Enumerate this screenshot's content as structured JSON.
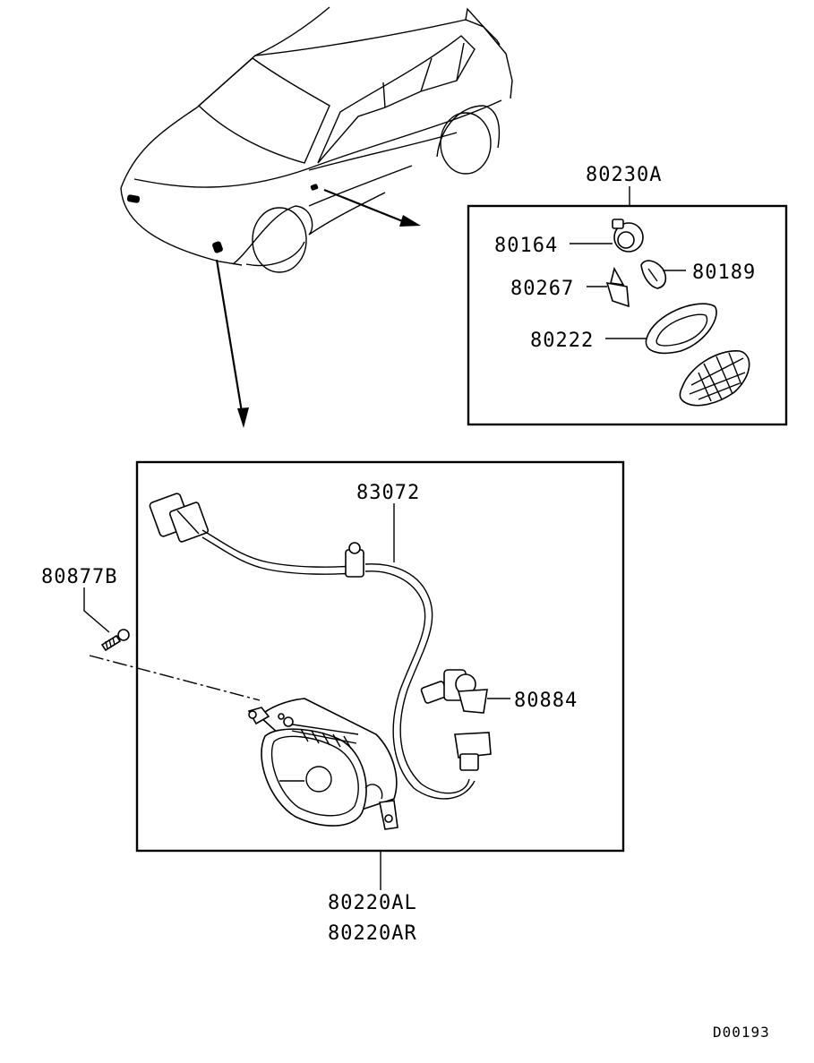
{
  "diagram": {
    "labels": {
      "side_lamp_assy": "80230A",
      "socket": "80164",
      "bulb_small": "80189",
      "clip": "80267",
      "gasket": "80222",
      "harness": "83072",
      "screw": "80877B",
      "fog_bulb": "80884",
      "fog_lamp_left": "80220AL",
      "fog_lamp_right": "80220AR"
    },
    "drawing_code": "D00193"
  }
}
